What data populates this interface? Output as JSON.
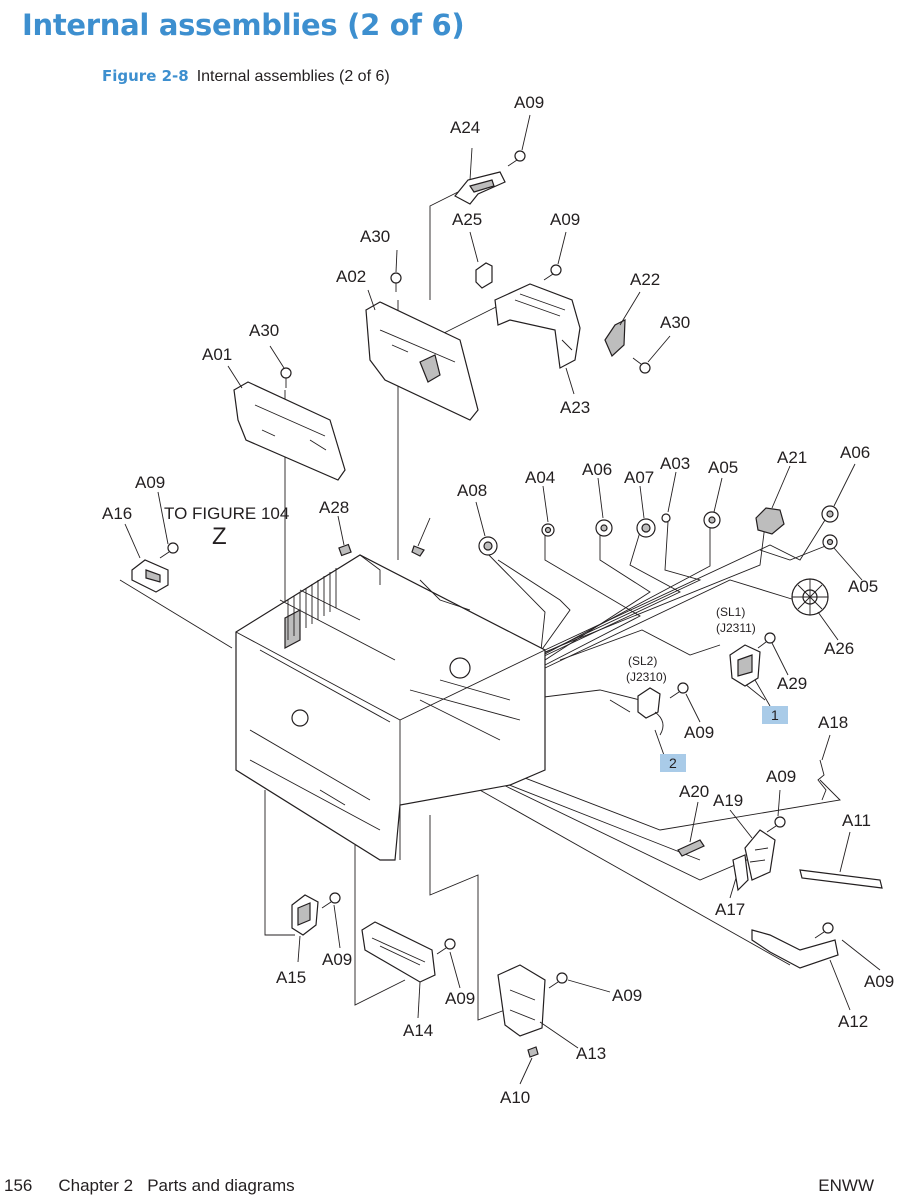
{
  "page": {
    "title": "Internal assemblies (2 of 6)",
    "figure_number": "Figure 2-8",
    "figure_title": "Internal assemblies (2 of 6)"
  },
  "diagram": {
    "labels": {
      "A01": "A01",
      "A02": "A02",
      "A03": "A03",
      "A04": "A04",
      "A05": "A05",
      "A06": "A06",
      "A07": "A07",
      "A08": "A08",
      "A09": "A09",
      "A10": "A10",
      "A11": "A11",
      "A12": "A12",
      "A13": "A13",
      "A14": "A14",
      "A15": "A15",
      "A16": "A16",
      "A17": "A17",
      "A18": "A18",
      "A19": "A19",
      "A20": "A20",
      "A21": "A21",
      "A22": "A22",
      "A23": "A23",
      "A24": "A24",
      "A25": "A25",
      "A26": "A26",
      "A28": "A28",
      "A29": "A29",
      "A30": "A30"
    },
    "to_figure": "TO FIGURE 104",
    "z_label": "Z",
    "sensors": {
      "sl1": "(SL1)",
      "j2311": "(J2311)",
      "sl2": "(SL2)",
      "j2310": "(J2310)"
    },
    "callouts": [
      "1",
      "2"
    ],
    "callout_color": "#a9cbe8"
  },
  "footer": {
    "page_number": "156",
    "chapter": "Chapter 2   Parts and diagrams",
    "right": "ENWW"
  },
  "colors": {
    "heading": "#3d8fcf"
  }
}
